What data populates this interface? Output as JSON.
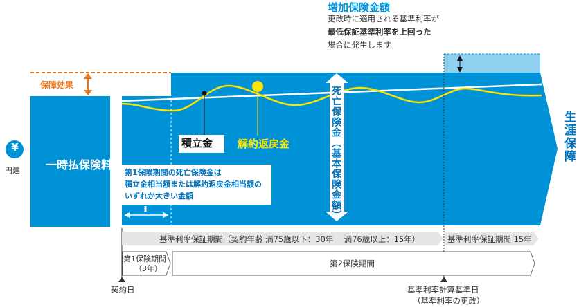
{
  "increase": {
    "title": "増加保険金額",
    "desc_line1": "更改時に適用される基準利率が",
    "desc_line2": "最低保証基準利率を上回った",
    "desc_line3": "場合に発生します。"
  },
  "protection_effect": "保障効果",
  "single_premium": "一時払保険料",
  "yen": {
    "symbol": "¥",
    "label": "円建"
  },
  "reserve": "積立金",
  "surrender_value": "解約返戻金",
  "whole_life": "生涯保障",
  "death_benefit": "死亡保険金（基本保険金額）",
  "first_period_note": {
    "line1": "第1保険期間の死亡保険金は",
    "line2": "積立金相当額または解約返戻金相当額の",
    "line3": "いずれか大きい金額"
  },
  "guarantee_period": "基準利率保証期間（契約年齢 満75歳以下：30年　 満76歳以上：15年）",
  "guarantee_period_2": "基準利率保証期間 15年",
  "first_period": {
    "line1": "第1保険期間",
    "line2": "（3年）"
  },
  "second_period": "第2保険期間",
  "contract_date": "契約日",
  "base_date": {
    "line1": "基準利率計算基準日",
    "line2": "（基準利率の更改）"
  },
  "colors": {
    "primary_blue": "#0092d7",
    "light_blue": "#8fd0f0",
    "orange": "#e8741c",
    "yellow": "#ffe400",
    "navy_text": "#0072bc"
  }
}
